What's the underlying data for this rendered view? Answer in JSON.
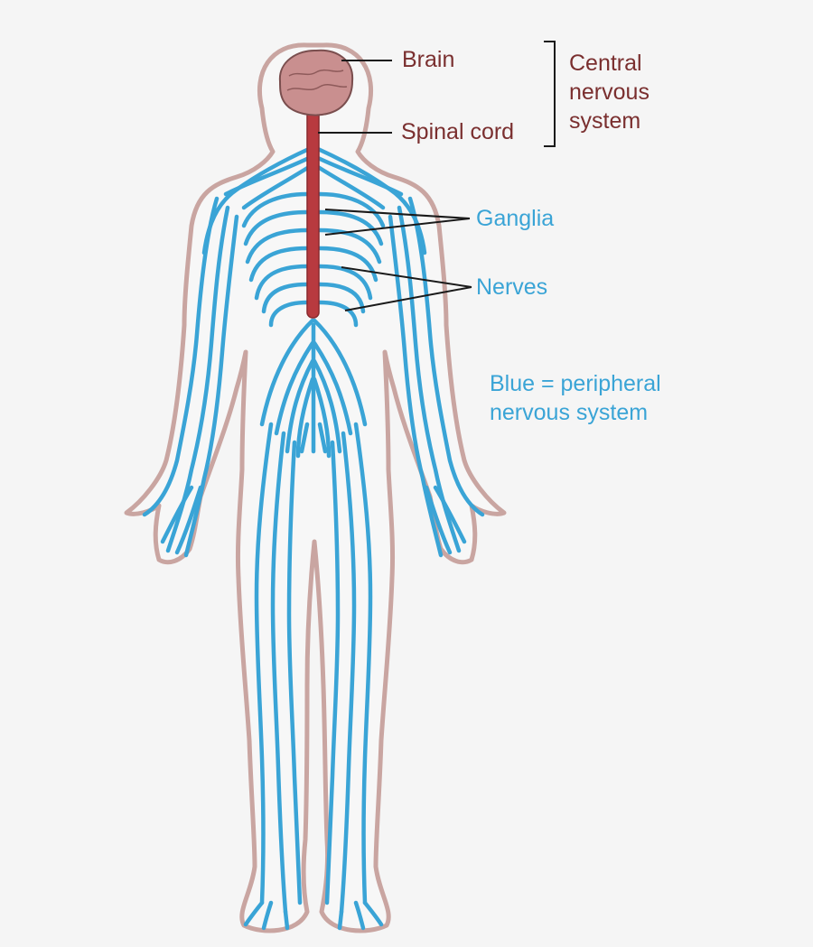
{
  "labels": {
    "brain": "Brain",
    "spinal_cord": "Spinal cord",
    "cns_group": [
      "Central",
      "nervous",
      "system"
    ],
    "ganglia": "Ganglia",
    "nerves": "Nerves",
    "key": [
      "Blue = peripheral",
      "nervous system"
    ]
  },
  "colors": {
    "background": "#f5f5f5",
    "body_outline": "#c9a5a1",
    "nerves": "#3aa4d6",
    "spinal_cord": "#b83a3f",
    "brain": "#c98f8f",
    "cns_text": "#7a2f2f",
    "pns_text": "#3aa4d6",
    "leader_lines": "#1a1a1a"
  }
}
